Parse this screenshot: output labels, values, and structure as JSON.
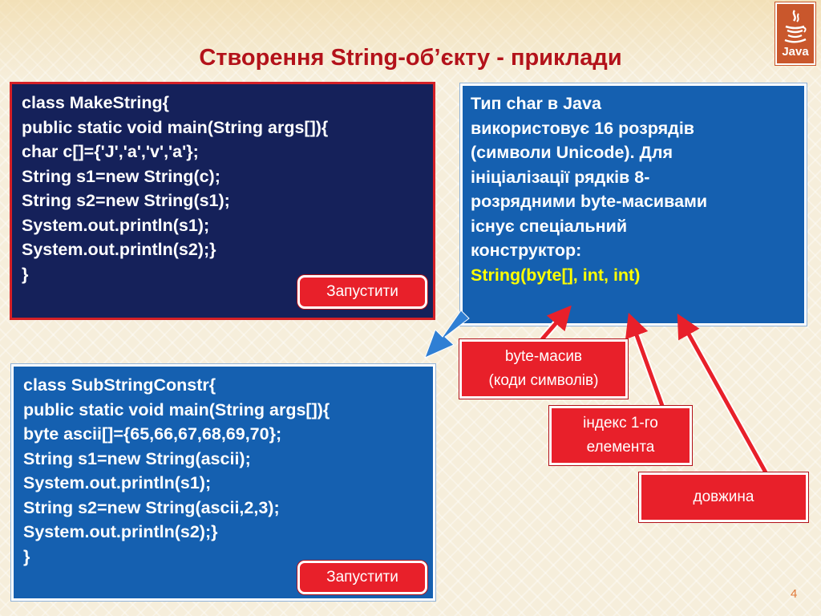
{
  "slide": {
    "title": "Створення String-об’єкту - приклади",
    "page_number": "4",
    "logo_text": "Java"
  },
  "code_box_1": {
    "lines": [
      "class MakeString{",
      "public static void main(String args[]){",
      "char c[]={'J','a','v','a'};",
      "String s1=new String(c);",
      "String s2=new String(s1);",
      "System.out.println(s1);",
      "System.out.println(s2);}",
      "}"
    ],
    "run_label": "Запустити"
  },
  "code_box_2": {
    "lines": [
      "class SubStringConstr{",
      "public static void main(String args[]){",
      "byte ascii[]={65,66,67,68,69,70};",
      "String s1=new String(ascii);",
      "System.out.println(s1);",
      "String s2=new String(ascii,2,3);",
      "System.out.println(s2);}",
      "}"
    ],
    "run_label": "Запустити"
  },
  "info": {
    "lines": [
      "Тип char в Java",
      "використовує 16 розрядів",
      "(символи Unicode). Для",
      "ініціалізації рядків 8-",
      "розрядними byte-масивами",
      "існує спеціальний",
      "конструктор:"
    ],
    "constructor": "String(byte[], int, int)"
  },
  "labels": {
    "byte_array": [
      "byte-масив",
      "(коди символів)"
    ],
    "first_index": [
      "індекс 1-го",
      "елемента"
    ],
    "length": "довжина"
  },
  "colors": {
    "title": "#b3121a",
    "dark_box": "#15215a",
    "blue_box": "#1560b0",
    "label_red": "#e8202a",
    "highlight_yellow": "#ffff00",
    "arrow_blue": "#2f7fd4"
  }
}
